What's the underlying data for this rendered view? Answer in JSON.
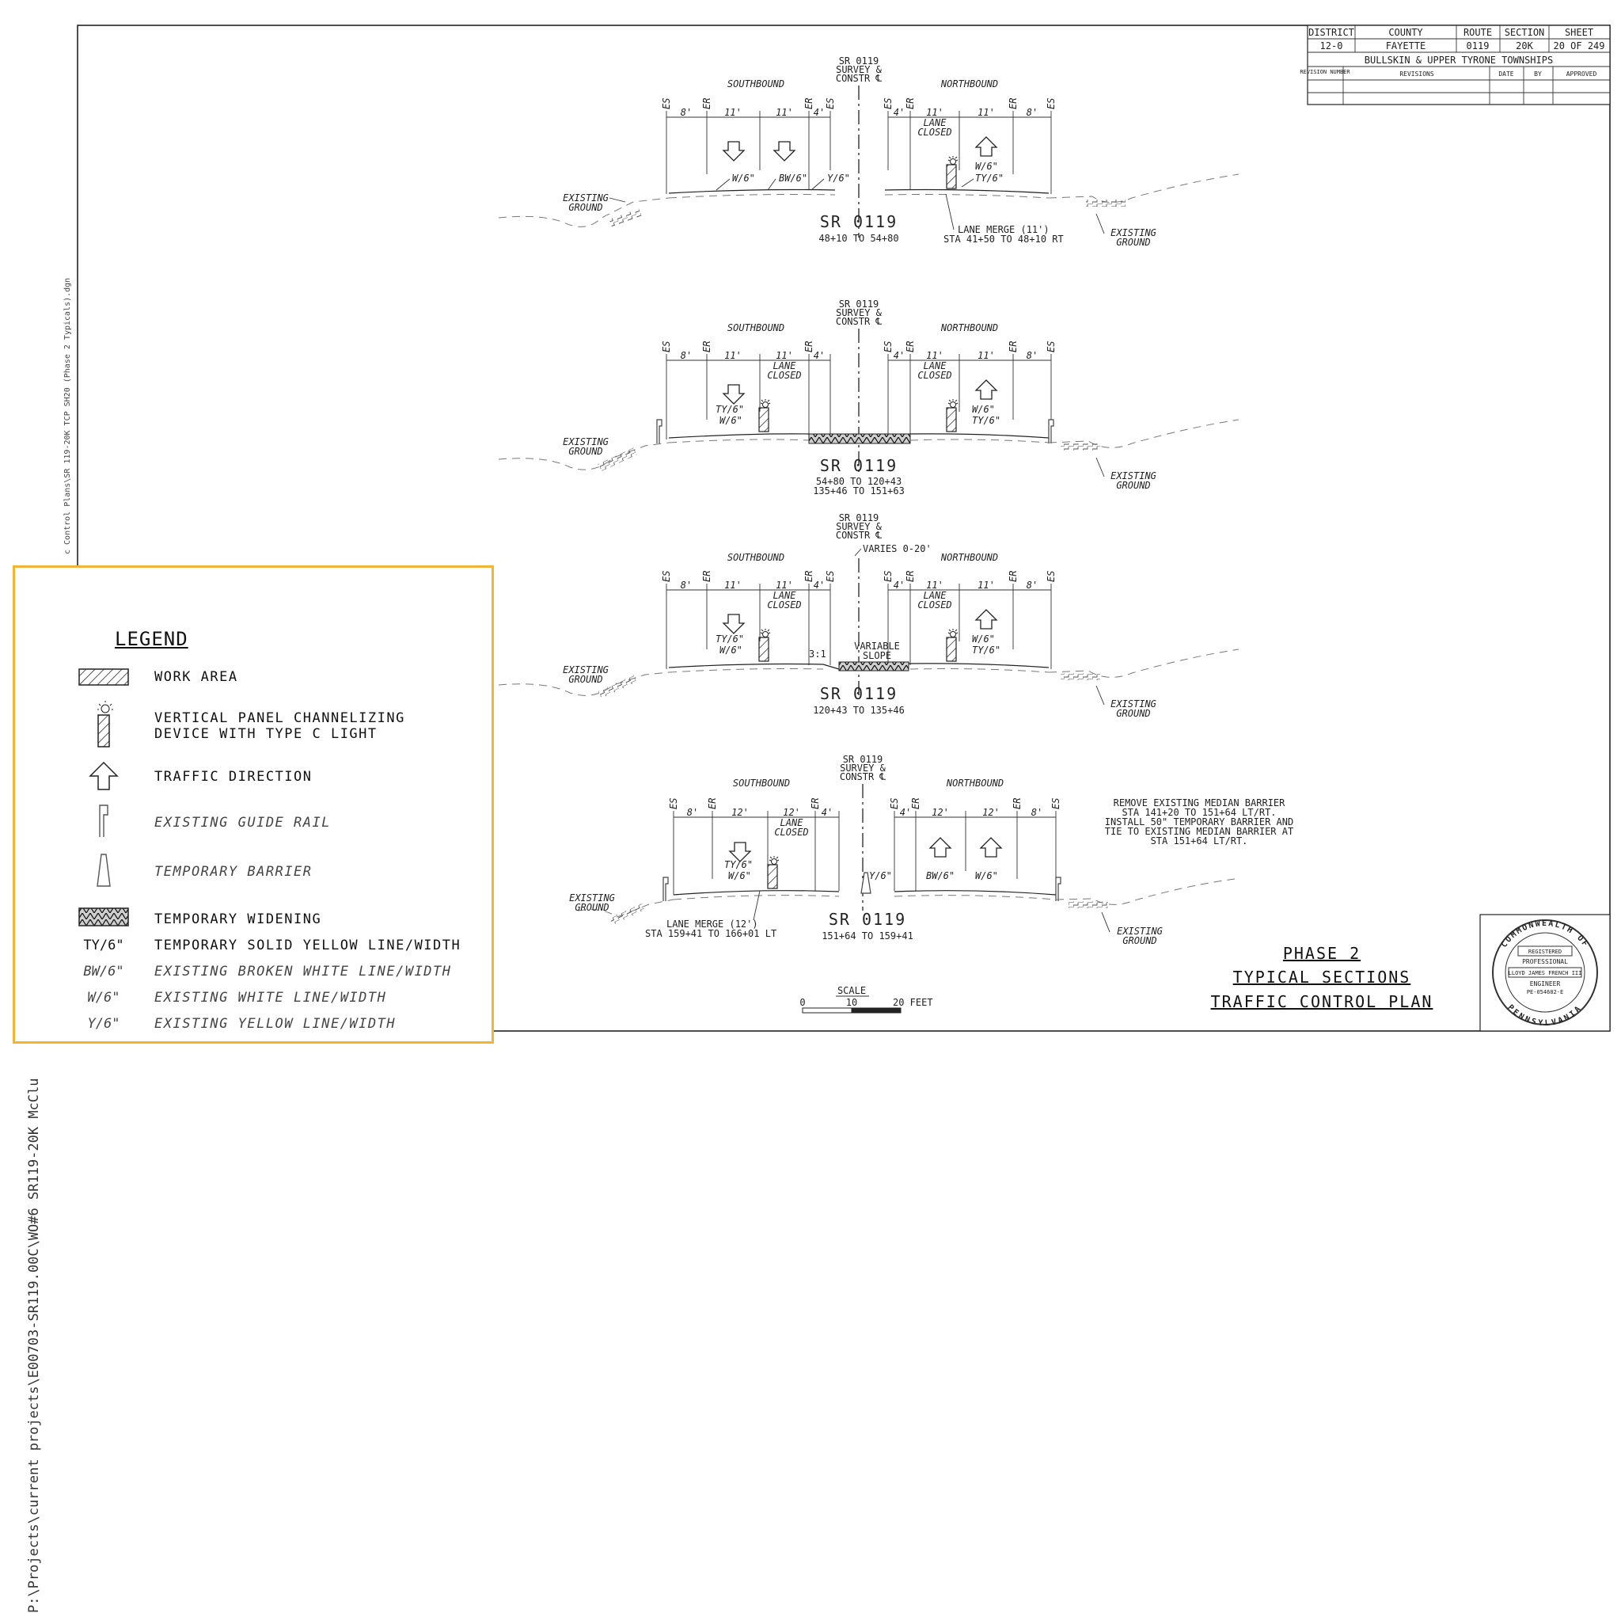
{
  "header_table": {
    "cols": [
      "DISTRICT",
      "COUNTY",
      "ROUTE",
      "SECTION",
      "SHEET"
    ],
    "vals": [
      "12-0",
      "FAYETTE",
      "0119",
      "20K",
      "20 OF 249"
    ],
    "township": "BULLSKIN & UPPER TYRONE TOWNSHIPS",
    "rev_cols": [
      "REVISION NUMBER",
      "REVISIONS",
      "DATE",
      "BY",
      "APPROVED"
    ]
  },
  "common": {
    "survey1": "SR 0119",
    "survey2": "SURVEY &",
    "survey3": "CONSTR ℄",
    "southbound": "SOUTHBOUND",
    "northbound": "NORTHBOUND",
    "es": "ES",
    "er": "ER",
    "existing": "EXISTING",
    "ground": "GROUND",
    "route": "SR 0119",
    "lane": "LANE",
    "closed": "CLOSED"
  },
  "section1": {
    "dims": [
      "8'",
      "11'",
      "11'",
      "4'",
      "4'",
      "11'",
      "11'",
      "8'"
    ],
    "marks": [
      "W/6\"",
      "BW/6\"",
      "Y/6\"",
      "W/6\"",
      "TY/6\""
    ],
    "merge1": "LANE MERGE (11')",
    "merge2": "STA 41+50 TO 48+10 RT",
    "sta": "48+10 TO 54+80"
  },
  "section2": {
    "dims": [
      "8'",
      "11'",
      "11'",
      "4'",
      "4'",
      "11'",
      "11'",
      "8'"
    ],
    "marks": [
      "TY/6\"",
      "W/6\"",
      "W/6\"",
      "TY/6\""
    ],
    "sta1": "54+80 TO 120+43",
    "sta2": "135+46 TO 151+63"
  },
  "section3": {
    "dims": [
      "8'",
      "11'",
      "11'",
      "4'",
      "4'",
      "11'",
      "11'",
      "8'"
    ],
    "marks": [
      "TY/6\"",
      "W/6\"",
      "W/6\"",
      "TY/6\""
    ],
    "varies": "VARIES 0-20'",
    "slope_ratio": "3:1",
    "variable": "VARIABLE",
    "slope": "SLOPE",
    "sta": "120+43 TO 135+46"
  },
  "section4": {
    "dims": [
      "8'",
      "12'",
      "12'",
      "4'",
      "4'",
      "12'",
      "12'",
      "8'"
    ],
    "marks": [
      "TY/6\"",
      "W/6\"",
      "Y/6\"",
      "BW/6\"",
      "W/6\""
    ],
    "merge1": "LANE MERGE (12')",
    "merge2": "STA 159+41 TO 166+01 LT",
    "sta": "151+64 TO 159+41",
    "note": [
      "REMOVE EXISTING MEDIAN BARRIER",
      "STA 141+20 TO 151+64 LT/RT.",
      "INSTALL 50\" TEMPORARY BARRIER AND",
      "TIE TO EXISTING MEDIAN BARRIER AT",
      "STA 151+64 LT/RT."
    ]
  },
  "scale": {
    "label": "SCALE",
    "t0": "0",
    "t1": "10",
    "t2": "20 FEET"
  },
  "title_block": [
    "PHASE 2",
    "TYPICAL SECTIONS",
    "TRAFFIC CONTROL PLAN"
  ],
  "seal": {
    "ring_top": "COMMONWEALTH OF",
    "ring_bottom": "PENNSYLVANIA",
    "l1": "REGISTERED",
    "l2": "PROFESSIONAL",
    "name": "LLOYD JAMES FRENCH III",
    "l3": "ENGINEER",
    "no": "PE-054602-E"
  },
  "side_path": "P:\\Projects\\current projects\\E00703-SR119.00C\\WO#6 SR119-20K McClu",
  "side_file": "c Control Plans\\SR 119-20K TCP SH20 (Phase 2 Typicals).dgn",
  "legend": {
    "title": "LEGEND",
    "items": [
      {
        "label": "WORK AREA"
      },
      {
        "label": "VERTICAL PANEL CHANNELIZING\nDEVICE WITH TYPE C LIGHT"
      },
      {
        "label": "TRAFFIC DIRECTION"
      },
      {
        "label": "EXISTING GUIDE RAIL"
      },
      {
        "label": "TEMPORARY BARRIER"
      },
      {
        "label": "TEMPORARY WIDENING"
      },
      {
        "sym": "TY/6\"",
        "label": "TEMPORARY SOLID YELLOW LINE/WIDTH"
      },
      {
        "sym": "BW/6\"",
        "label": "EXISTING BROKEN WHITE LINE/WIDTH"
      },
      {
        "sym": "W/6\"",
        "label": "EXISTING WHITE LINE/WIDTH"
      },
      {
        "sym": "Y/6\"",
        "label": "EXISTING YELLOW LINE/WIDTH"
      }
    ]
  },
  "colors": {
    "legend_border": "#f2b435",
    "line": "#222222"
  }
}
